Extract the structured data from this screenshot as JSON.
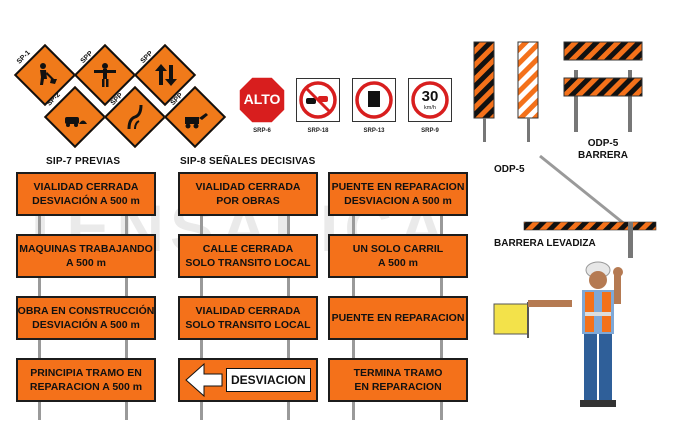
{
  "warning_signs": [
    {
      "code": "SP-1",
      "icon": "worker-digging-icon"
    },
    {
      "code": "SPP",
      "icon": "flagger-icon"
    },
    {
      "code": "SPP",
      "icon": "two-way-traffic-icon"
    },
    {
      "code": "SP-2",
      "icon": "bump-icon"
    },
    {
      "code": "SPP",
      "icon": "curve-road-icon"
    },
    {
      "code": "SPP",
      "icon": "construction-machine-icon"
    }
  ],
  "regulatory_signs": {
    "stop": {
      "text": "ALTO",
      "code": "SRP-6"
    },
    "no_passing": {
      "code": "SRP-18"
    },
    "no_trucks": {
      "code": "SRP-13"
    },
    "speed": {
      "value": "30",
      "unit": "km/h",
      "code": "SRP-9"
    }
  },
  "headings": {
    "sip7": "SIP-7 PREVIAS",
    "sip8": "SIP-8 SEÑALES DECISIVAS"
  },
  "sip7_signs": [
    {
      "line1": "VIALIDAD CERRADA",
      "line2": "DESVIACIÓN A 500 m"
    },
    {
      "line1": "MAQUINAS TRABAJANDO",
      "line2": "A 500 m"
    },
    {
      "line1": "OBRA EN CONSTRUCCIÓN",
      "line2": "DESVIACIÓN A 500 m"
    },
    {
      "line1": "PRINCIPIA TRAMO EN",
      "line2": "REPARACION A 500 m"
    }
  ],
  "sip8_left": [
    {
      "line1": "VIALIDAD CERRADA",
      "line2": "POR OBRAS"
    },
    {
      "line1": "CALLE CERRADA",
      "line2": "SOLO TRANSITO LOCAL"
    },
    {
      "line1": "VIALIDAD CERRADA",
      "line2": "SOLO TRANSITO LOCAL"
    }
  ],
  "detour_sign": "DESVIACION",
  "sip8_right": [
    {
      "line1": "PUENTE EN REPARACION",
      "line2": "DESVIACION A 500 m"
    },
    {
      "line1": "UN SOLO CARRIL",
      "line2": "A 500 m"
    },
    {
      "line1": "PUENTE EN REPARACION",
      "line2": ""
    },
    {
      "line1": "TERMINA TRAMO",
      "line2": "EN REPARACION"
    }
  ],
  "devices": {
    "odp5_label": "ODP-5",
    "barrera_label": "ODP-5\nBARRERA",
    "barrera_line1": "ODP-5",
    "barrera_line2": "BARRERA",
    "levadiza_label": "BARRERA LEVADIZA"
  },
  "watermark": "TENSÁLICA",
  "colors": {
    "orange": "#f4711a",
    "black": "#111111",
    "red": "#d81e1e",
    "post": "#9a9a9a"
  }
}
